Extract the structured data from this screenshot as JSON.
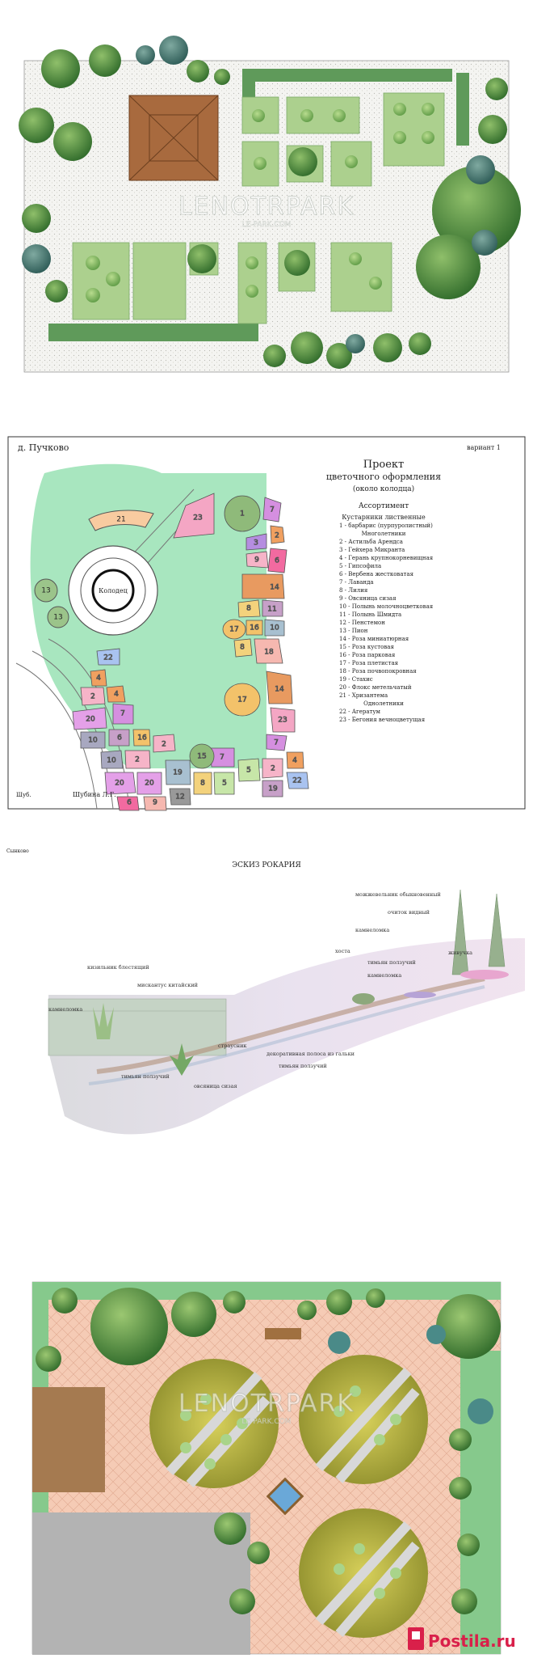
{
  "watermark": {
    "main": "LENOTRPARK",
    "sub": "LE-PARK.COM"
  },
  "plan2": {
    "location": "д. Пучково",
    "variant": "вариант 1",
    "title1": "Проект",
    "title2": "цветочного оформления",
    "title3": "(около колодца)",
    "well": "Колодец",
    "assortment": "Ассортимент",
    "shrubs_header": "Кустарники лиственные",
    "perennials_header": "Многолетники",
    "annuals_header": "Однолетники",
    "legend": [
      "1 - барбарис (пурпуролистный)",
      "2 - Астильба Арендса",
      "3 - Гейхера Микранта",
      "4 - Герань крупнокорневищная",
      "5 - Гипсофила",
      "6 - Вербена жестковатая",
      "7 - Лаванда",
      "8 - Лилия",
      "9 - Овсяница сизая",
      "10 - Полынь молочноцветковая",
      "11 - Полынь Шмидта",
      "12 - Пенстемон",
      "13 - Пион",
      "14 - Роза миниатюрная",
      "15 - Роза кустовая",
      "16 - Роза парковая",
      "17 - Роза плетистая",
      "18 - Роза почвопокровная",
      "19 - Стахис",
      "20 - Флокс метельчатый",
      "21 - Хризантема",
      "22 - Агератум",
      "23 - Бегония вечноцветущая"
    ],
    "author": "Шубина Л.Г."
  },
  "plan3": {
    "corner": "Сынково",
    "title": "ЭСКИЗ РОКАРИЯ",
    "labels": [
      "можжевельник обыкновенный",
      "очиток видный",
      "камнеломка",
      "живучка",
      "хоста",
      "тимьян ползучий",
      "камнеломка",
      "кизильник блестящий",
      "мискантус китайский",
      "камнеломка",
      "страусник",
      "декоративная полоса из гальки",
      "тимьян ползучий",
      "тимьян ползучий",
      "овсяница сизая"
    ]
  },
  "site": {
    "logo": "Postila.ru"
  },
  "colors": {
    "lawn": "#a9cf8a",
    "tree": "#3f7f3a",
    "path": "#eeeeee",
    "wood": "#a0663c",
    "tile": "#f3c6b0",
    "accent": "#d9204a"
  }
}
